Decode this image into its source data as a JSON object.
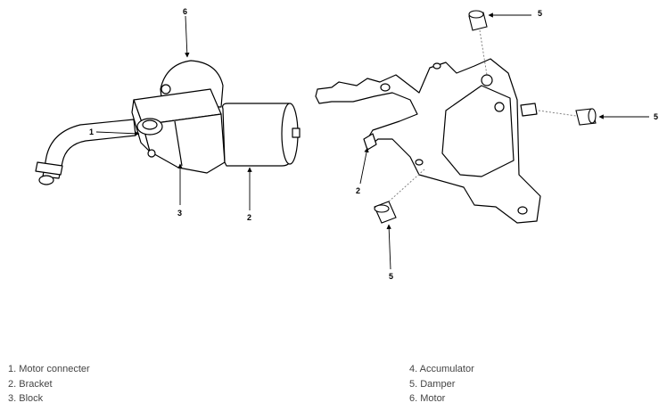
{
  "callouts": {
    "motor_label": "1",
    "bracket_left_label": "2",
    "block_label": "3",
    "motor_top_label": "6",
    "damper_top_label": "5",
    "damper_right_label": "5",
    "damper_bottom_label": "5",
    "bracket_right_label": "2"
  },
  "legend": {
    "left": [
      "1. Motor connecter",
      "2. Bracket",
      "3. Block"
    ],
    "right": [
      "4. Accumulator",
      "5. Damper",
      "6. Motor"
    ]
  }
}
